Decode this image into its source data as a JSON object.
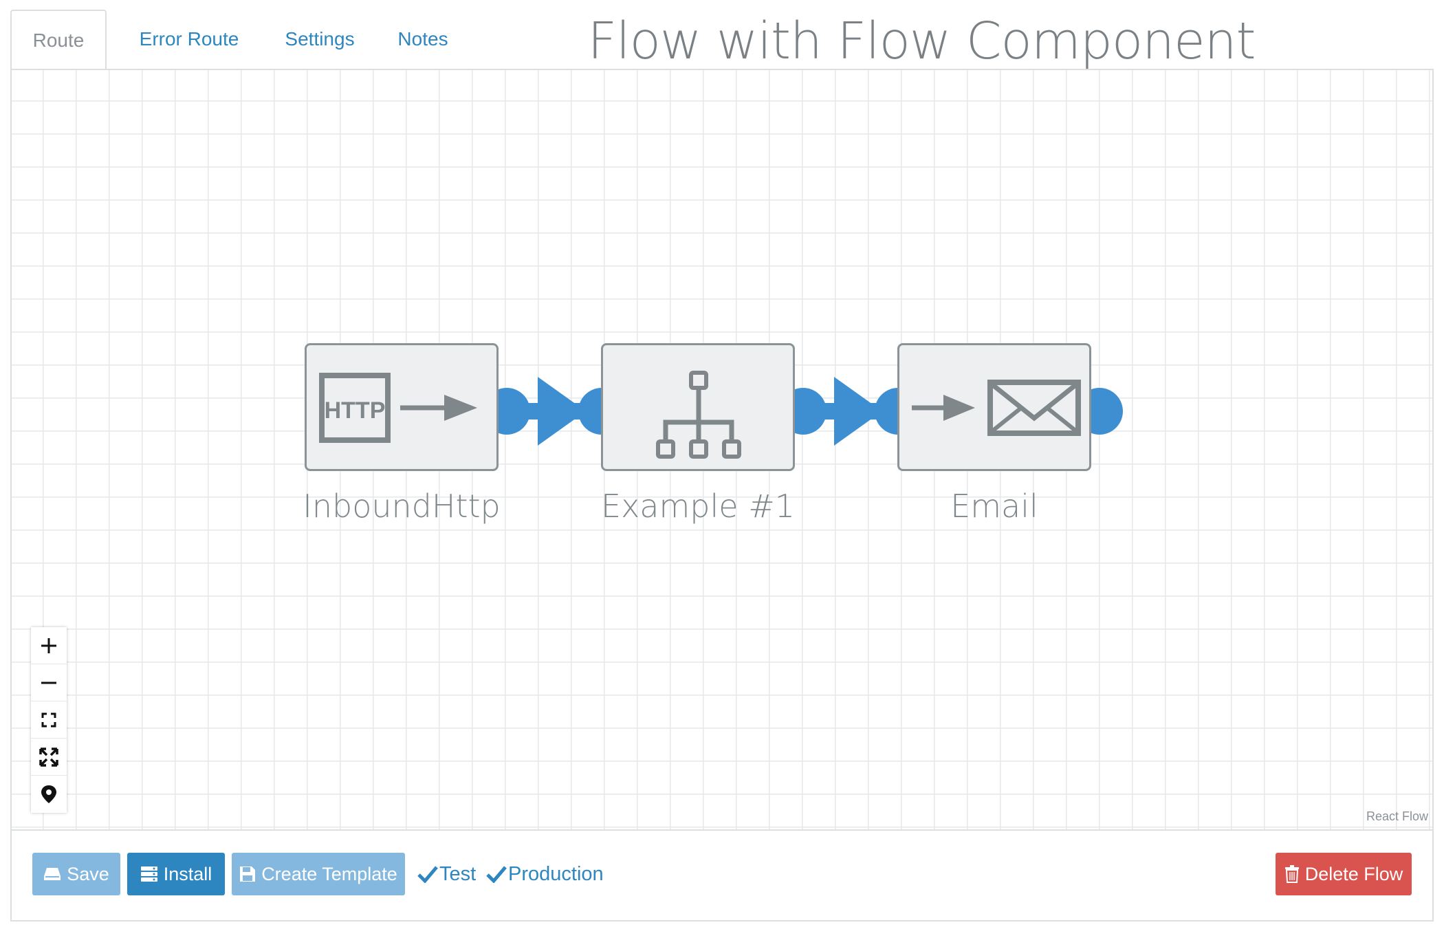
{
  "tabs": [
    {
      "label": "Route",
      "active": true
    },
    {
      "label": "Error Route",
      "active": false
    },
    {
      "label": "Settings",
      "active": false
    },
    {
      "label": "Notes",
      "active": false
    }
  ],
  "page_title": "Flow with Flow Component",
  "nodes": [
    {
      "label": "InboundHttp",
      "icon": "http-inbound-icon",
      "badge": "HTTP"
    },
    {
      "label": "Example #1",
      "icon": "sitemap-icon"
    },
    {
      "label": "Email",
      "icon": "email-outbound-icon"
    }
  ],
  "controls": [
    "zoom-in",
    "zoom-out",
    "fit-view",
    "expand",
    "location-pin"
  ],
  "attribution": "React Flow",
  "footer": {
    "save_label": "Save",
    "install_label": "Install",
    "template_label": "Create Template",
    "env_test": "Test",
    "env_production": "Production",
    "delete_label": "Delete Flow"
  },
  "colors": {
    "accent": "#2e86c1",
    "accent_light": "#85b8de",
    "edge": "#3d8fd1",
    "node_bg": "#edeff0",
    "node_border": "#8b9396",
    "danger": "#d9534f"
  }
}
